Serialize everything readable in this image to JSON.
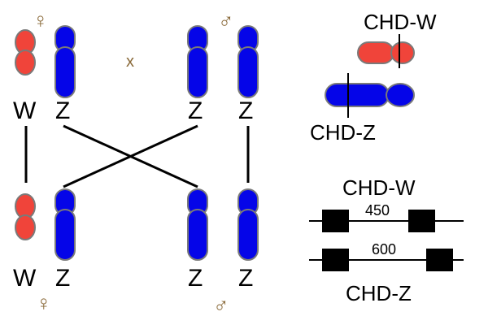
{
  "colors": {
    "w_chromosome": "#f0443a",
    "z_chromosome": "#0505e8",
    "outline": "#7a7a7a",
    "symbol": "#8a6a3a",
    "line": "#000000"
  },
  "parents": {
    "female_symbol": "♀",
    "male_symbol": "♂",
    "cross_symbol": "x",
    "labels": [
      "W",
      "Z",
      "Z",
      "Z"
    ]
  },
  "offspring": {
    "labels": [
      "W",
      "Z",
      "Z",
      "Z"
    ],
    "female_symbol": "♀",
    "male_symbol": "♂"
  },
  "chromosome_panel": {
    "w_label": "CHD-W",
    "z_label": "CHD-Z"
  },
  "gene_panel": {
    "w_label": "CHD-W",
    "w_size": "450",
    "z_size": "600",
    "z_label": "CHD-Z"
  }
}
